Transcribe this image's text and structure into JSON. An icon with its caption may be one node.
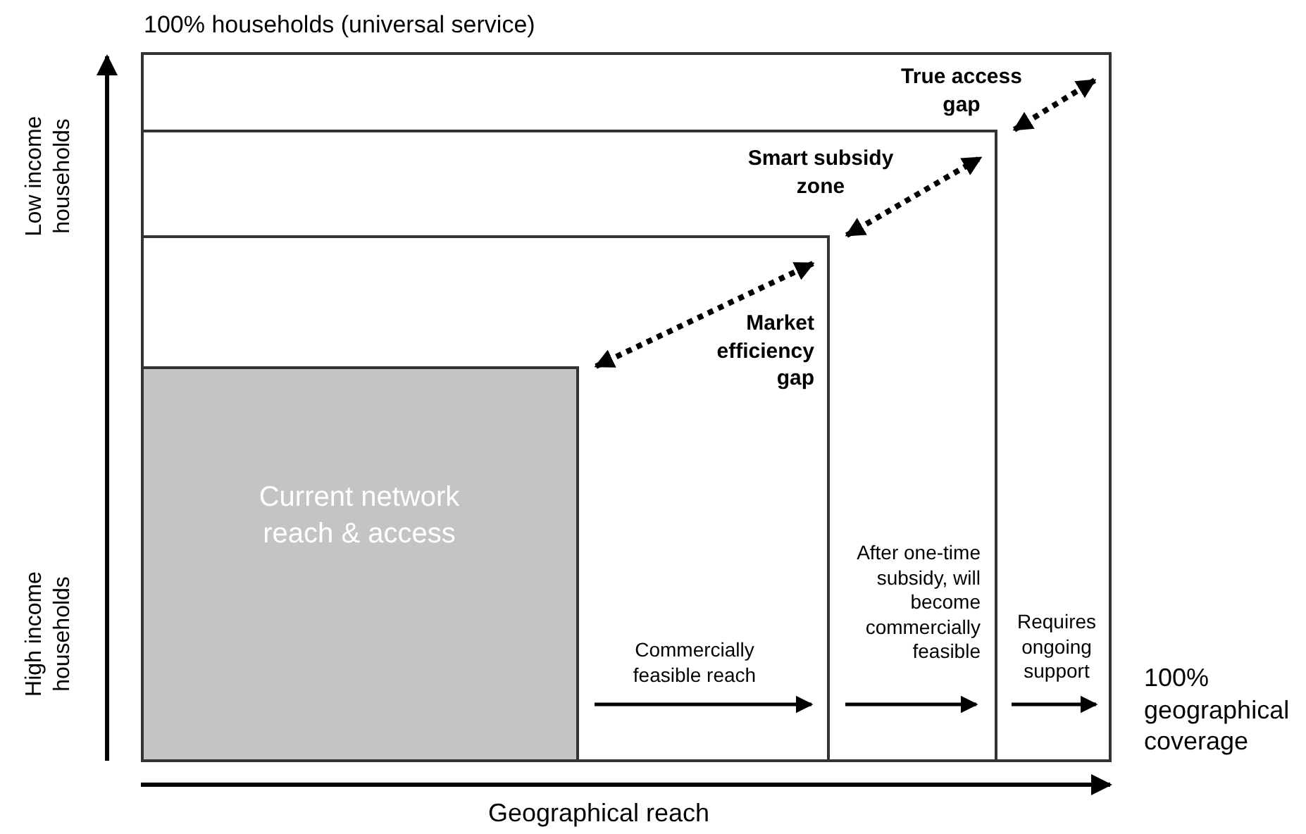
{
  "diagram": {
    "nodes": [
      {
        "text": [
          "100% households (universal service)",
          "True access gap"
        ]
      },
      {
        "text": [
          "Smart subsidy zone"
        ],
        "in": 0
      },
      {
        "text": [
          "Market efficiency gap"
        ],
        "in": 1
      },
      {
        "text": [
          "Current network reach & access"
        ],
        "in": 2
      }
    ],
    "edges": [
      {
        "from": 3,
        "to": 2,
        "arrow": "both",
        "style": "dashed"
      },
      {
        "from": 2,
        "to": 1,
        "arrow": "both",
        "style": "dashed"
      },
      {
        "from": 1,
        "to": 0,
        "arrow": "both",
        "style": "dashed"
      }
    ],
    "labels": [
      "Low income households",
      "High income households",
      "Commercially feasible reach",
      "After one-time subsidy, will become commercially feasible",
      "Requires ongoing support",
      "100% geographical coverage",
      "Geographical reach"
    ]
  }
}
